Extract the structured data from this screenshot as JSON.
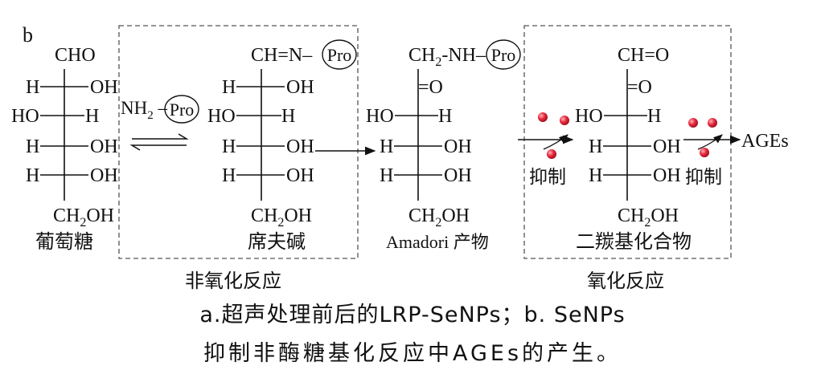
{
  "panel_label": "b",
  "glucose": {
    "top": "CHO",
    "rows": [
      {
        "left": "H",
        "right": "OH"
      },
      {
        "left": "HO",
        "right": "H"
      },
      {
        "left": "H",
        "right": "OH"
      },
      {
        "left": "H",
        "right": "OH"
      }
    ],
    "bottom": "CH2OH",
    "name": "葡萄糖"
  },
  "reagent": {
    "formula": "NH2",
    "circle": "Pro"
  },
  "schiff_base": {
    "top": "CH=N",
    "top_circle": "Pro",
    "rows": [
      {
        "left": "H",
        "right": "OH"
      },
      {
        "left": "HO",
        "right": "H"
      },
      {
        "left": "H",
        "right": "OH"
      },
      {
        "left": "H",
        "right": "OH"
      }
    ],
    "bottom": "CH2OH",
    "name": "席夫碱"
  },
  "amadori": {
    "top": "CH2-NH",
    "top_circle": "Pro",
    "carbonyl": "=O",
    "rows": [
      {
        "left": "HO",
        "right": "H"
      },
      {
        "left": "H",
        "right": "OH"
      },
      {
        "left": "H",
        "right": "OH"
      }
    ],
    "bottom": "CH2OH",
    "name": "Amadori 产物"
  },
  "dicarbonyl": {
    "top": "CH=O",
    "carbonyl": "=O",
    "rows": [
      {
        "left": "HO",
        "right": "H"
      },
      {
        "left": "H",
        "right": "OH"
      },
      {
        "left": "H",
        "right": "OH"
      }
    ],
    "bottom": "CH2OH",
    "name": "二羰基化合物"
  },
  "inhibit_label_1": "抑制",
  "inhibit_label_2": "抑制",
  "product": "AGEs",
  "box_label_1": "非氧化反应",
  "box_label_2": "氧化反应",
  "caption_line1": "a.超声处理前后的LRP-SeNPs；b. SeNPs",
  "caption_line2": "抑制非酶糖基化反应中AGEs的产生。",
  "colors": {
    "ink": "#111111",
    "particle": "#e8283c",
    "particle_highlight": "#ffb3bb",
    "box": "#555555"
  }
}
